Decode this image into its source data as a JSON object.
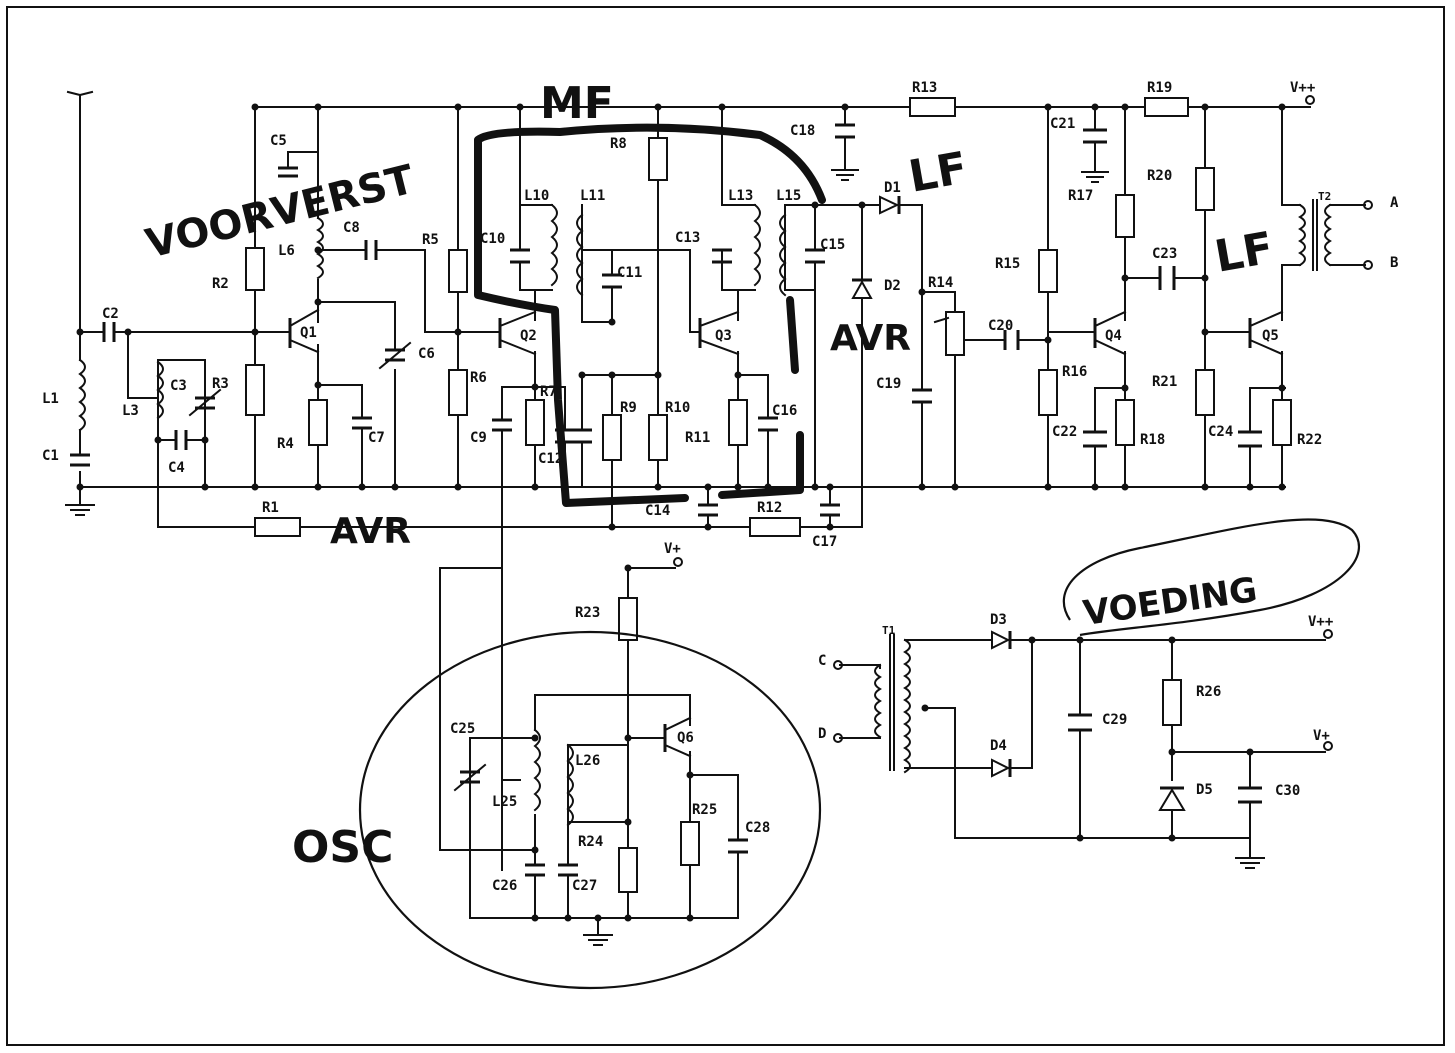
{
  "sections": {
    "voorverst": "VOORVERST",
    "mf": "MF",
    "lf_1": "LF",
    "lf_2": "LF",
    "avr_1": "AVR",
    "avr_2": "AVR",
    "osc": "OSC",
    "voeding": "VOEDING"
  },
  "supply": {
    "vpp_top": "V++",
    "vpp_right": "V++",
    "vp_osc": "V+",
    "vp_right": "V+"
  },
  "terminals": {
    "a": "A",
    "b": "B",
    "c": "C",
    "d": "D"
  },
  "resistors": {
    "r1": "R1",
    "r2": "R2",
    "r3": "R3",
    "r4": "R4",
    "r5": "R5",
    "r6": "R6",
    "r7": "R7",
    "r8": "R8",
    "r9": "R9",
    "r10": "R10",
    "r11": "R11",
    "r12": "R12",
    "r13": "R13",
    "r14": "R14",
    "r15": "R15",
    "r16": "R16",
    "r17": "R17",
    "r18": "R18",
    "r19": "R19",
    "r20": "R20",
    "r21": "R21",
    "r22": "R22",
    "r23": "R23",
    "r24": "R24",
    "r25": "R25",
    "r26": "R26"
  },
  "capacitors": {
    "c1": "C1",
    "c2": "C2",
    "c3": "C3",
    "c4": "C4",
    "c5": "C5",
    "c6": "C6",
    "c7": "C7",
    "c8": "C8",
    "c9": "C9",
    "c10": "C10",
    "c11": "C11",
    "c12": "C12",
    "c13": "C13",
    "c14": "C14",
    "c15": "C15",
    "c16": "C16",
    "c17": "C17",
    "c18": "C18",
    "c19": "C19",
    "c20": "C20",
    "c21": "C21",
    "c22": "C22",
    "c23": "C23",
    "c24": "C24",
    "c25": "C25",
    "c26": "C26",
    "c27": "C27",
    "c28": "C28",
    "c29": "C29",
    "c30": "C30"
  },
  "inductors": {
    "l1": "L1",
    "l3": "L3",
    "l6": "L6",
    "l10": "L10",
    "l11": "L11",
    "l13": "L13",
    "l15": "L15",
    "l25": "L25",
    "l26": "L26"
  },
  "transistors": {
    "q1": "Q1",
    "q2": "Q2",
    "q3": "Q3",
    "q4": "Q4",
    "q5": "Q5",
    "q6": "Q6"
  },
  "diodes": {
    "d1": "D1",
    "d2": "D2",
    "d3": "D3",
    "d4": "D4",
    "d5": "D5"
  },
  "transformers": {
    "t1": "T1",
    "t2": "T2"
  }
}
